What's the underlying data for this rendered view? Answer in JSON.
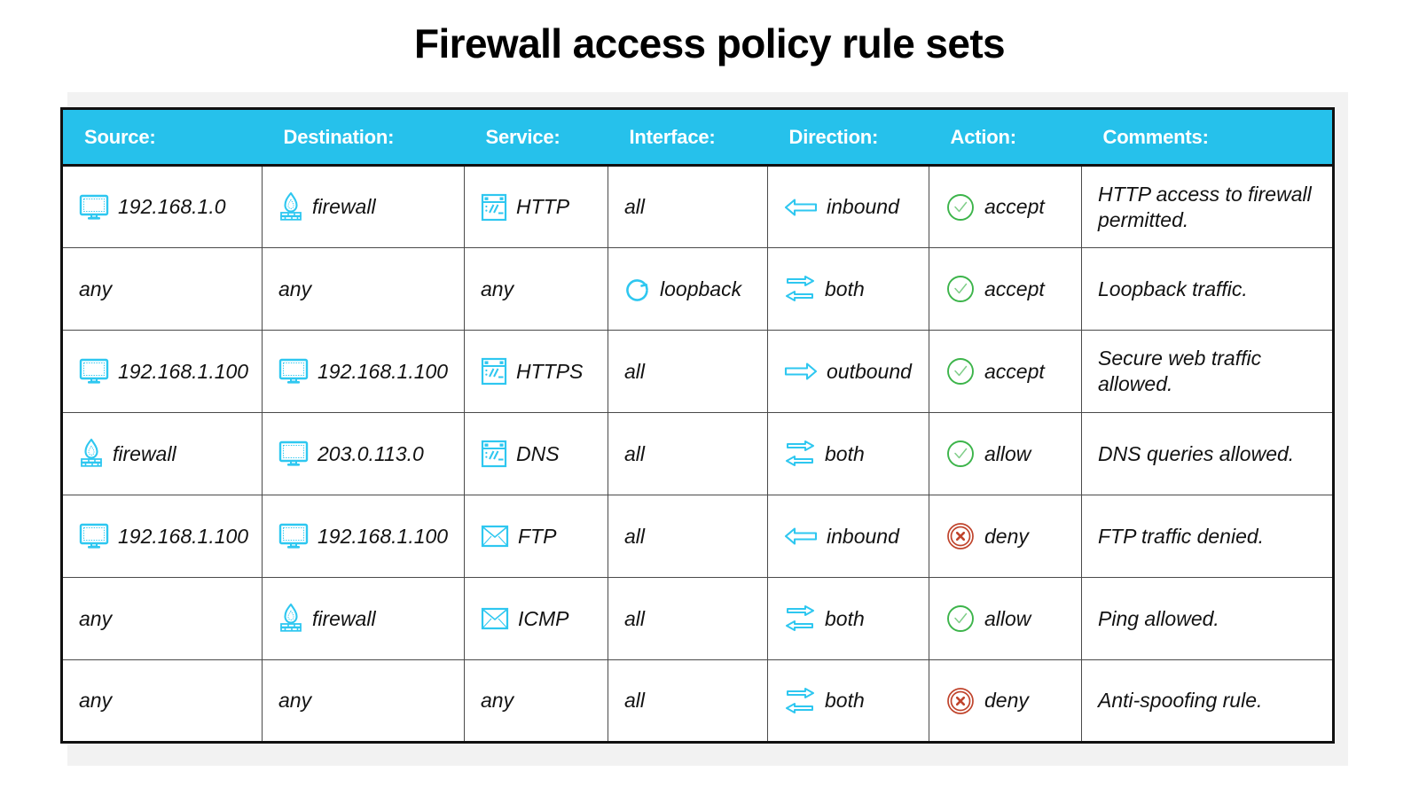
{
  "page": {
    "title": "Firewall access policy rule sets",
    "accent_cyan": "#26c1eb",
    "accent_green": "#3cb44a",
    "accent_red": "#c0442c",
    "header_text_color": "#ffffff",
    "border_color": "#111111"
  },
  "table": {
    "headers": [
      "Source:",
      "Destination:",
      "Service:",
      "Interface:",
      "Direction:",
      "Action:",
      "Comments:"
    ],
    "rows": [
      {
        "source": {
          "icon": "monitor-icon",
          "text": "192.168.1.0"
        },
        "destination": {
          "icon": "firewall-icon",
          "text": "firewall"
        },
        "service": {
          "icon": "browser-icon",
          "text": "HTTP"
        },
        "interface": {
          "icon": "",
          "text": "all"
        },
        "direction": {
          "icon": "arrow-left-icon",
          "text": "inbound"
        },
        "action": {
          "icon": "check-circle-icon",
          "text": "accept"
        },
        "comments": "HTTP access to firewall permitted."
      },
      {
        "source": {
          "icon": "",
          "text": "any"
        },
        "destination": {
          "icon": "",
          "text": "any"
        },
        "service": {
          "icon": "",
          "text": "any"
        },
        "interface": {
          "icon": "loop-icon",
          "text": "loopback"
        },
        "direction": {
          "icon": "arrows-both-icon",
          "text": "both"
        },
        "action": {
          "icon": "check-circle-icon",
          "text": "accept"
        },
        "comments": "Loopback traffic."
      },
      {
        "source": {
          "icon": "monitor-icon",
          "text": "192.168.1.100"
        },
        "destination": {
          "icon": "monitor-icon",
          "text": "192.168.1.100"
        },
        "service": {
          "icon": "browser-icon",
          "text": "HTTPS"
        },
        "interface": {
          "icon": "",
          "text": "all"
        },
        "direction": {
          "icon": "arrow-right-icon",
          "text": "outbound"
        },
        "action": {
          "icon": "check-circle-icon",
          "text": "accept"
        },
        "comments": "Secure web traffic allowed."
      },
      {
        "source": {
          "icon": "firewall-icon",
          "text": "firewall"
        },
        "destination": {
          "icon": "monitor-icon",
          "text": "203.0.113.0"
        },
        "service": {
          "icon": "browser-icon",
          "text": "DNS"
        },
        "interface": {
          "icon": "",
          "text": "all"
        },
        "direction": {
          "icon": "arrows-both-icon",
          "text": "both"
        },
        "action": {
          "icon": "check-circle-icon",
          "text": "allow"
        },
        "comments": "DNS queries allowed."
      },
      {
        "source": {
          "icon": "monitor-icon",
          "text": "192.168.1.100"
        },
        "destination": {
          "icon": "monitor-icon",
          "text": "192.168.1.100"
        },
        "service": {
          "icon": "envelope-icon",
          "text": "FTP"
        },
        "interface": {
          "icon": "",
          "text": "all"
        },
        "direction": {
          "icon": "arrow-left-icon",
          "text": "inbound"
        },
        "action": {
          "icon": "x-circle-icon",
          "text": "deny"
        },
        "comments": "FTP traffic denied."
      },
      {
        "source": {
          "icon": "",
          "text": "any"
        },
        "destination": {
          "icon": "firewall-icon",
          "text": "firewall"
        },
        "service": {
          "icon": "envelope-icon",
          "text": "ICMP"
        },
        "interface": {
          "icon": "",
          "text": "all"
        },
        "direction": {
          "icon": "arrows-both-icon",
          "text": "both"
        },
        "action": {
          "icon": "check-circle-icon",
          "text": "allow"
        },
        "comments": "Ping allowed."
      },
      {
        "source": {
          "icon": "",
          "text": "any"
        },
        "destination": {
          "icon": "",
          "text": "any"
        },
        "service": {
          "icon": "",
          "text": "any"
        },
        "interface": {
          "icon": "",
          "text": "all"
        },
        "direction": {
          "icon": "arrows-both-icon",
          "text": "both"
        },
        "action": {
          "icon": "x-circle-icon",
          "text": "deny"
        },
        "comments": "Anti-spoofing rule."
      }
    ]
  }
}
